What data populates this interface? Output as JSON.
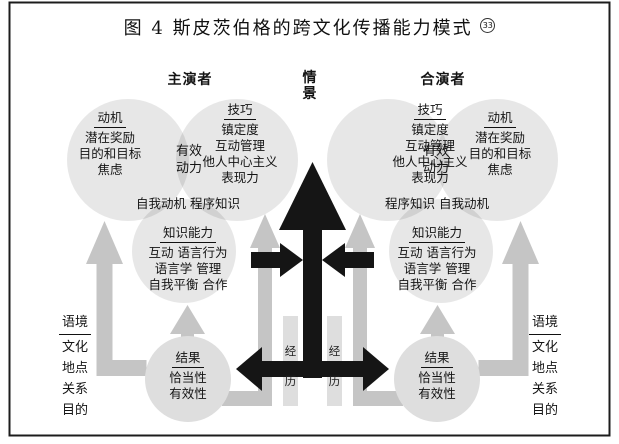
{
  "figure": {
    "title": "图 4  斯皮茨伯格的跨文化传播能力模式",
    "footnote_marker": "33"
  },
  "labels": {
    "main_actor": "主演者",
    "co_actor": "合演者",
    "situation": "情\n景",
    "experience": "经\n历",
    "effective_drive": "有效\n动力",
    "overlap_main": "自我动机  程序知识",
    "overlap_co": "程序知识  自我动机"
  },
  "motivation": {
    "title": "动机",
    "items": "潜在奖励\n目的和目标\n焦虑"
  },
  "skills": {
    "title": "技巧",
    "items": "镇定度\n互动管理\n他人中心主义\n表现力"
  },
  "knowledge": {
    "title": "知识能力",
    "items": "互动 语言行为\n语言学 管理\n自我平衡 合作"
  },
  "outcomes": {
    "title": "结果",
    "items": "恰当性\n有效性"
  },
  "context": {
    "title": "语境",
    "items": "文化\n地点\n关系\n目的"
  },
  "colors": {
    "circle_gray": "#000000",
    "circle_single_appearance": "#e7e7e7",
    "circle_overlap_appearance": "#d2d2d2",
    "result_circle": "#dedede",
    "arrow_gray": "#c5c5c5",
    "bar_gray": "#dedede",
    "arrow_black": "#151515",
    "frame": "#1c1c1c"
  }
}
